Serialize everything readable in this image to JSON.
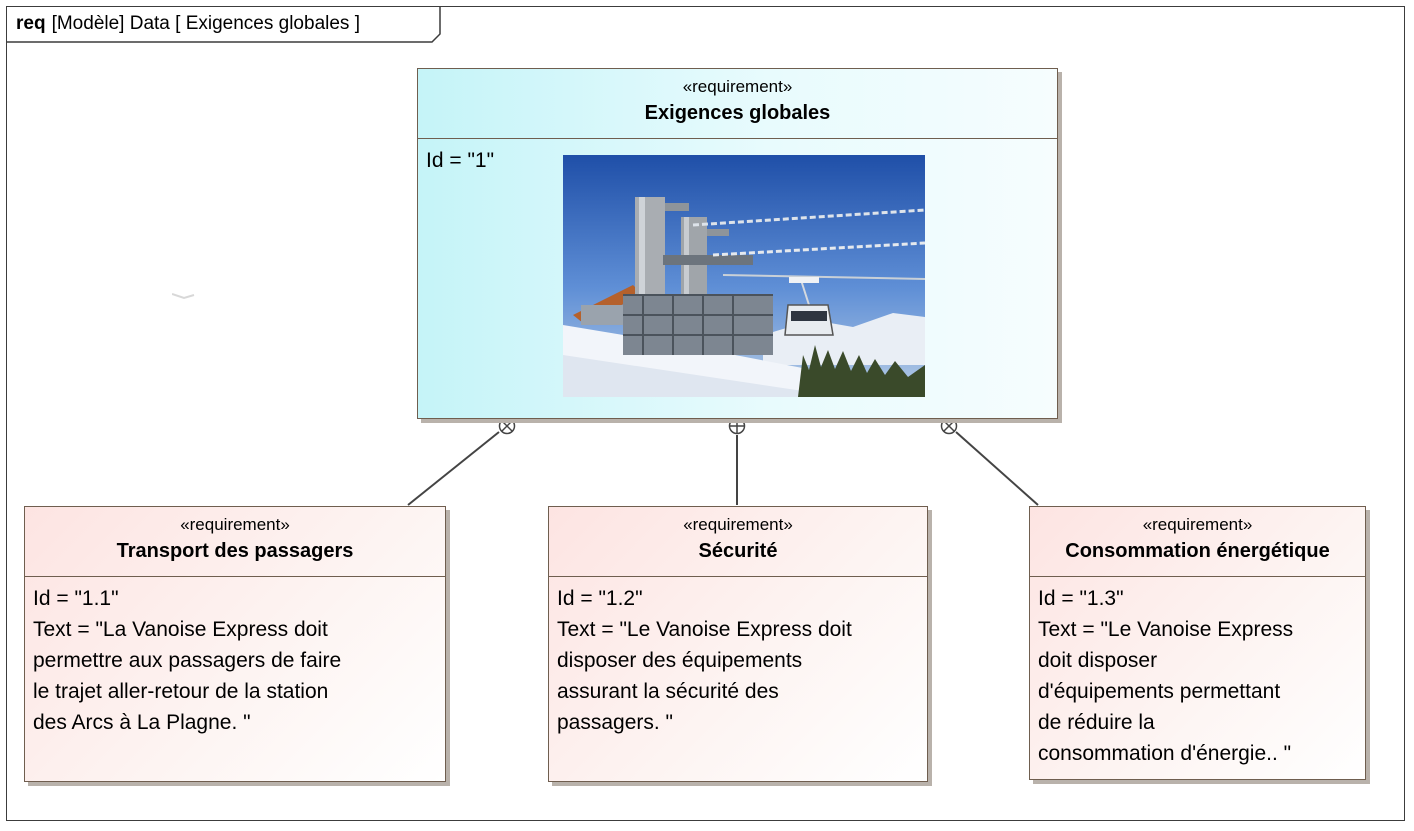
{
  "diagram": {
    "frame": {
      "keyword": "req",
      "title": "[Modèle] Data [ Exigences globales ]"
    },
    "root": {
      "stereotype": "«requirement»",
      "name": "Exigences globales",
      "id_line": "Id = \"1\""
    },
    "children": [
      {
        "stereotype": "«requirement»",
        "name": "Transport des passagers",
        "lines": [
          "Id = \"1.1\"",
          "Text = \"La Vanoise Express doit",
          "permettre aux passagers de faire",
          "le trajet aller-retour de la station",
          "des Arcs à La Plagne. \""
        ]
      },
      {
        "stereotype": "«requirement»",
        "name": "Sécurité",
        "lines": [
          "Id = \"1.2\"",
          "Text = \"Le Vanoise Express doit",
          "disposer des équipements",
          "assurant la sécurité des",
          "passagers. \""
        ]
      },
      {
        "stereotype": "«requirement»",
        "name": "Consommation énergétique",
        "lines": [
          "Id = \"1.3\"",
          "Text = \"Le Vanoise Express",
          "doit disposer",
          "d'équipements permettant",
          "de réduire la",
          "consommation d'énergie.. \""
        ]
      }
    ],
    "colors": {
      "root_fill": "#c5f4f8",
      "child_fill": "#fde4e2",
      "border": "#6f5e4f"
    }
  }
}
